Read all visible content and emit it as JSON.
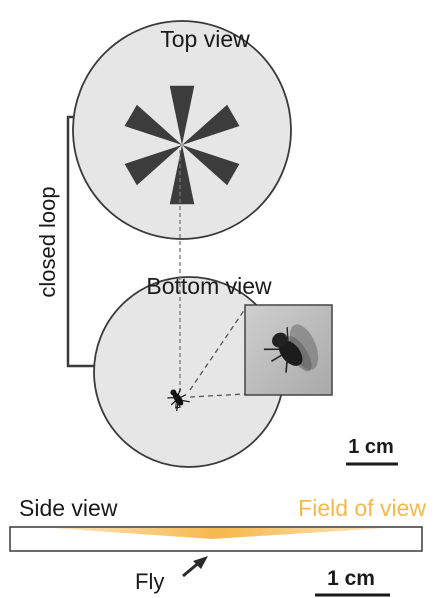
{
  "top_view": {
    "label": "Top view"
  },
  "bottom_view": {
    "label": "Bottom view"
  },
  "loop": {
    "label": "closed loop"
  },
  "scale_top": {
    "label": "1 cm"
  },
  "side_view": {
    "label": "Side view",
    "fov_label": "Field of view"
  },
  "fly": {
    "label": "Fly"
  },
  "scale_bottom": {
    "label": "1 cm"
  },
  "colors": {
    "disc_fill": "#e6e6e6",
    "disc_stroke": "#3a3a3a",
    "pattern": "#3c3c3c",
    "field_of_view": "#f7b84b",
    "text": "#1a1a1a"
  }
}
